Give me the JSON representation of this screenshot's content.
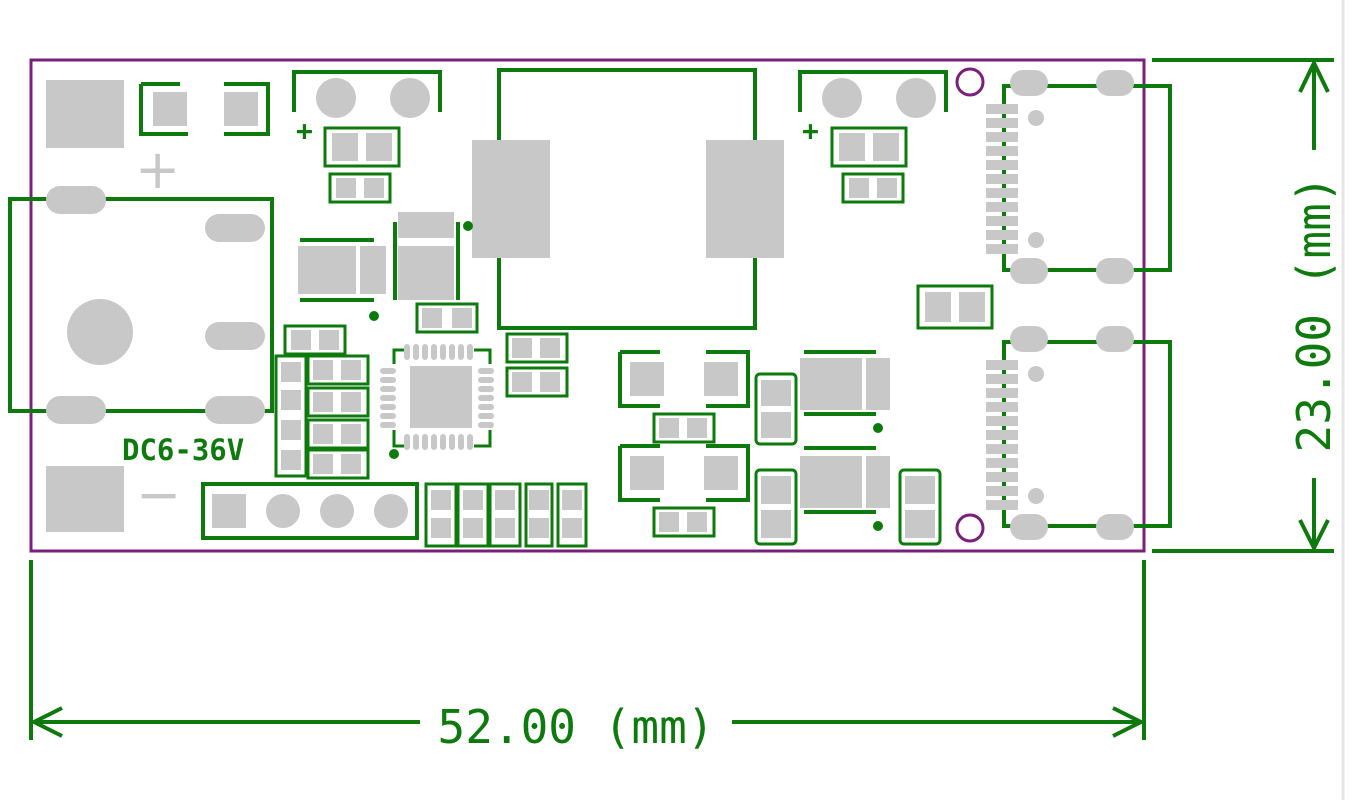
{
  "board": {
    "input_label": "DC6-36V",
    "plus_symbol": "+",
    "minus_symbol": "−",
    "cap_plus_left": "+",
    "cap_plus_right": "+"
  },
  "dimensions": {
    "width_label": "52.00 (mm)",
    "height_label": "23.00 (mm)"
  },
  "colors": {
    "silkscreen": "#0e7a0e",
    "outline": "#7a1f7a",
    "pad": "#c8c8c8",
    "background": "#ffffff"
  }
}
